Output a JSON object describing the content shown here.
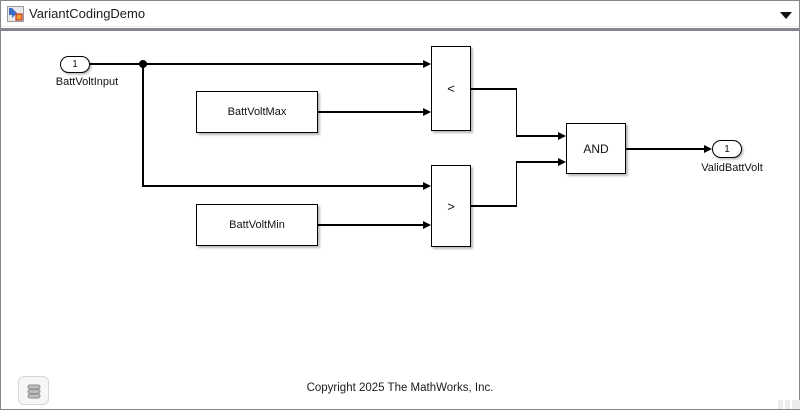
{
  "window": {
    "title": "VariantCodingDemo"
  },
  "model": {
    "inport": {
      "port_number": "1",
      "name": "BattVoltInput"
    },
    "outport": {
      "port_number": "1",
      "name": "ValidBattVolt"
    },
    "constant_max": {
      "name": "BattVoltMax"
    },
    "constant_min": {
      "name": "BattVoltMin"
    },
    "relational_less": {
      "operator": "<"
    },
    "relational_greater": {
      "operator": ">"
    },
    "logical_and": {
      "operator": "AND"
    }
  },
  "footer": {
    "copyright": "Copyright 2025 The MathWorks, Inc."
  },
  "colors": {
    "window_border": "#83868c",
    "titlebar_separator": "#84878f",
    "block_border": "#000000",
    "canvas_background": "#ffffff",
    "icon_blue": "#3a6cc6",
    "icon_orange": "#f49c2d",
    "icon_orange_border": "#c0392b"
  }
}
